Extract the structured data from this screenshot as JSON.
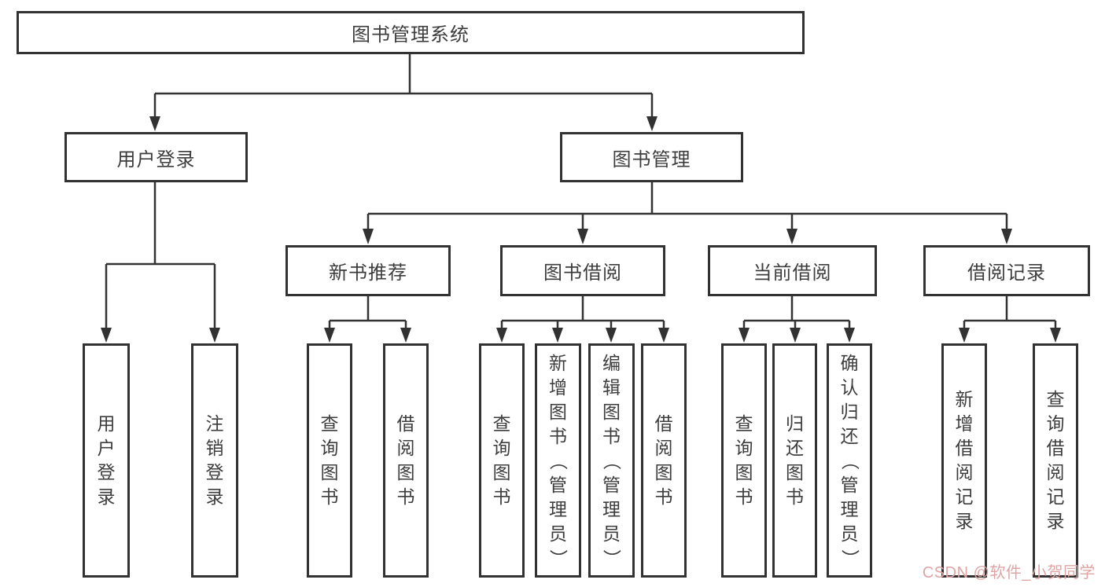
{
  "diagram": {
    "root": {
      "label": "图书管理系统"
    },
    "level2": {
      "login": {
        "label": "用户登录"
      },
      "mgmt": {
        "label": "图书管理"
      }
    },
    "level3": {
      "recommend": {
        "label": "新书推荐"
      },
      "borrow": {
        "label": "图书借阅"
      },
      "current": {
        "label": "当前借阅"
      },
      "records": {
        "label": "借阅记录"
      }
    },
    "leaves": {
      "login_user": {
        "label": "用户登录"
      },
      "logout": {
        "label": "注销登录"
      },
      "rec_query": {
        "label": "查询图书"
      },
      "rec_borrow": {
        "label": "借阅图书"
      },
      "borrow_query": {
        "label": "查询图书"
      },
      "borrow_add": {
        "label": "新增图书（管理员）"
      },
      "borrow_edit": {
        "label": "编辑图书（管理员）"
      },
      "borrow_borrow": {
        "label": "借阅图书"
      },
      "current_query": {
        "label": "查询图书"
      },
      "current_return": {
        "label": "归还图书"
      },
      "current_confirm": {
        "label": "确认归还（管理员）"
      },
      "records_add": {
        "label": "新增借阅记录"
      },
      "records_query": {
        "label": "查询借阅记录"
      }
    }
  },
  "watermark": {
    "text": "CSDN @软件_小贺同学",
    "color": "#dfa4a4"
  },
  "colors": {
    "line": "#323232",
    "text": "#3d3d3d",
    "background": "#ffffff"
  }
}
